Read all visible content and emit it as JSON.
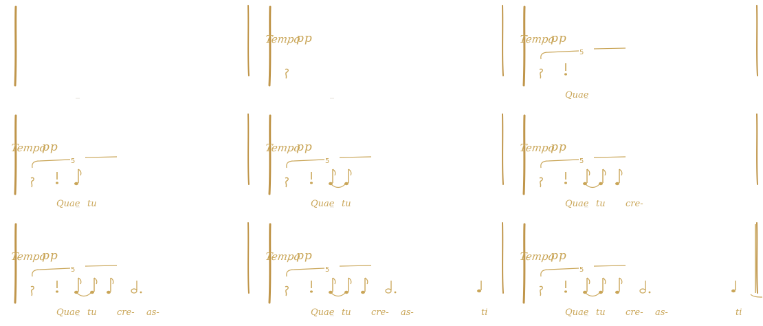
{
  "colors": {
    "ink": "#c9a557",
    "bar": "#c0964b",
    "ghost": "#e6e2da"
  },
  "labels": {
    "tempo": "Tempo",
    "dynamic": "pp",
    "tuplet": "5"
  },
  "panels": [
    {
      "step": 0,
      "show_marking": false,
      "show_rest": false,
      "show_tuplet": false,
      "notes": [],
      "lyrics": []
    },
    {
      "step": 1,
      "show_marking": true,
      "show_rest": true,
      "show_tuplet": false,
      "notes": [],
      "lyrics": []
    },
    {
      "step": 2,
      "show_marking": true,
      "show_rest": true,
      "show_tuplet": true,
      "notes": [
        "n1"
      ],
      "lyrics": [
        "Quae"
      ]
    },
    {
      "step": 3,
      "show_marking": true,
      "show_rest": true,
      "show_tuplet": true,
      "notes": [
        "n1",
        "n2"
      ],
      "lyrics": [
        "Quae",
        "tu"
      ]
    },
    {
      "step": 4,
      "show_marking": true,
      "show_rest": true,
      "show_tuplet": true,
      "notes": [
        "n1",
        "n2",
        "n3"
      ],
      "lyrics": [
        "Quae",
        "tu"
      ]
    },
    {
      "step": 5,
      "show_marking": true,
      "show_rest": true,
      "show_tuplet": true,
      "notes": [
        "n1",
        "n2",
        "n3",
        "n4"
      ],
      "lyrics": [
        "Quae",
        "tu",
        "cre-"
      ]
    },
    {
      "step": 6,
      "show_marking": true,
      "show_rest": true,
      "show_tuplet": true,
      "notes": [
        "n1",
        "n2",
        "n3",
        "n4",
        "n5",
        "n6"
      ],
      "lyrics": [
        "Quae",
        "tu",
        "cre-",
        "as-"
      ]
    },
    {
      "step": 7,
      "show_marking": true,
      "show_rest": true,
      "show_tuplet": true,
      "notes": [
        "n1",
        "n2",
        "n3",
        "n4",
        "n5",
        "n6",
        "n7"
      ],
      "lyrics": [
        "Quae",
        "tu",
        "cre-",
        "as-",
        "ti"
      ]
    },
    {
      "step": 8,
      "show_marking": true,
      "show_rest": true,
      "show_tuplet": true,
      "notes": [
        "n1",
        "n2",
        "n3",
        "n4",
        "n5",
        "n6",
        "n7"
      ],
      "lyrics": [
        "Quae",
        "tu",
        "cre-",
        "as-",
        "ti"
      ],
      "final_barline": true
    }
  ]
}
